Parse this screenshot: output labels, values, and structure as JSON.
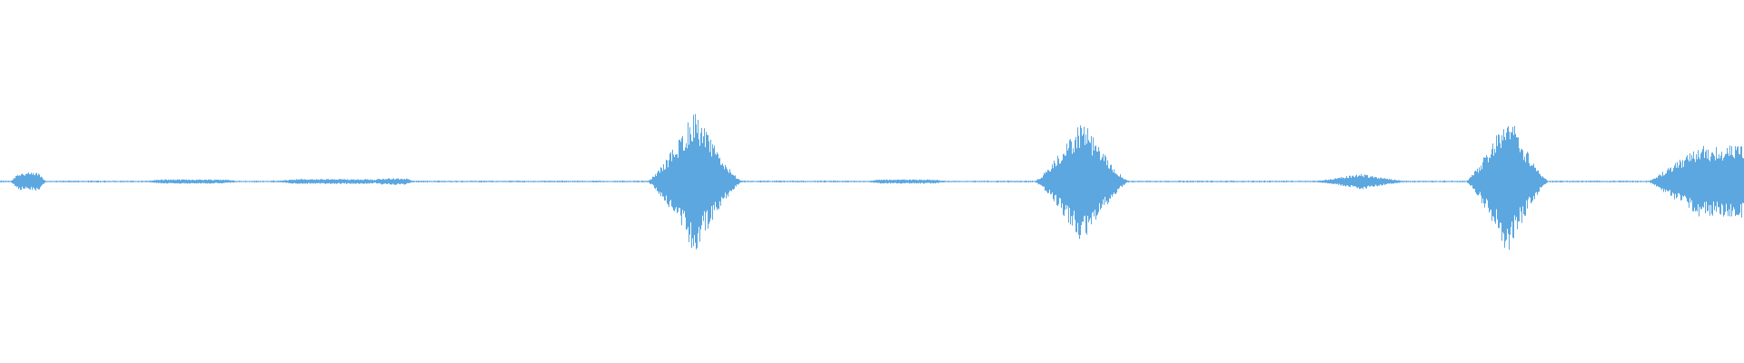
{
  "waveform": {
    "color": "#5ca7e0",
    "background": "#ffffff",
    "duration_fraction_note": "",
    "bursts": [
      {
        "center": 0.016,
        "width": 0.02,
        "amplitude": 0.05,
        "shape": "plateau"
      },
      {
        "center": 0.11,
        "width": 0.06,
        "amplitude": 0.012,
        "shape": "plateau"
      },
      {
        "center": 0.19,
        "width": 0.07,
        "amplitude": 0.014,
        "shape": "plateau"
      },
      {
        "center": 0.225,
        "width": 0.025,
        "amplitude": 0.018,
        "shape": "plateau"
      },
      {
        "center": 0.398,
        "width": 0.055,
        "amplitude": 0.4,
        "shape": "diamond"
      },
      {
        "center": 0.52,
        "width": 0.05,
        "amplitude": 0.012,
        "shape": "plateau"
      },
      {
        "center": 0.62,
        "width": 0.055,
        "amplitude": 0.35,
        "shape": "diamond"
      },
      {
        "center": 0.78,
        "width": 0.06,
        "amplitude": 0.045,
        "shape": "diamond"
      },
      {
        "center": 0.864,
        "width": 0.048,
        "amplitude": 0.4,
        "shape": "diamond"
      },
      {
        "center": 0.975,
        "width": 0.06,
        "amplitude": 0.2,
        "shape": "ramp"
      }
    ],
    "baseline_amplitude": 0.006
  }
}
